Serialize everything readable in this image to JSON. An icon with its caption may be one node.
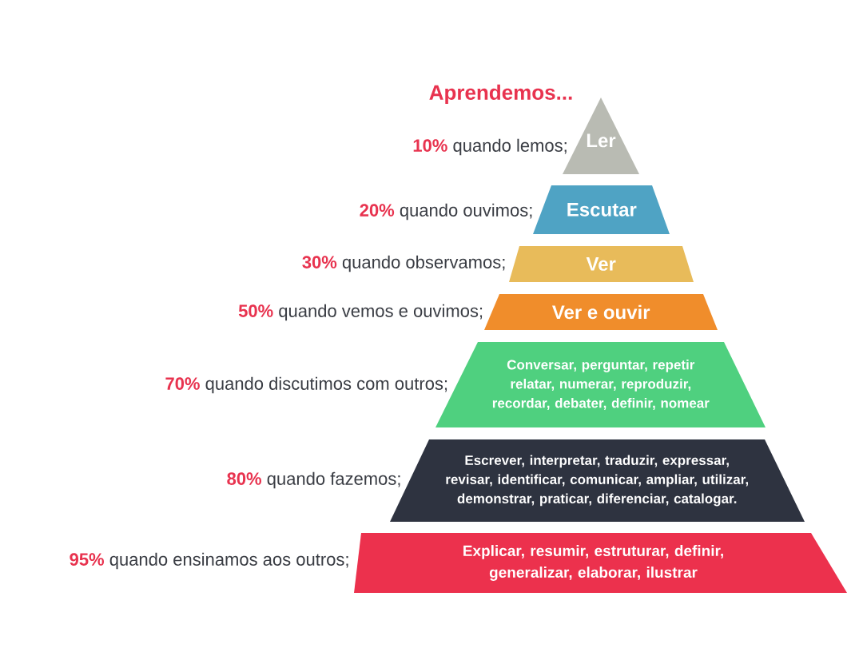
{
  "diagram": {
    "title": "Aprendemos...",
    "nodes": [
      {
        "text": [
          "Ler"
        ],
        "beside": [
          "10%",
          "quando lemos;"
        ]
      },
      {
        "text": [
          "Escutar"
        ],
        "beside": [
          "20%",
          "quando ouvimos;"
        ]
      },
      {
        "text": [
          "Ver"
        ],
        "beside": [
          "30%",
          "quando observamos;"
        ]
      },
      {
        "text": [
          "Ver e ouvir"
        ],
        "beside": [
          "50%",
          "quando vemos e ouvimos;"
        ]
      },
      {
        "text": [
          "Conversar, perguntar, repetir relatar, numerar, reproduzir, recordar, debater, definir, nomear"
        ],
        "beside": [
          "70%",
          "quando discutimos com outros;"
        ]
      },
      {
        "text": [
          "Escrever, interpretar, traduzir, expressar, revisar, identificar, comunicar, ampliar, utilizar, demonstrar, praticar, diferenciar, catalogar."
        ],
        "beside": [
          "80%",
          "quando fazemos;"
        ]
      },
      {
        "text": [
          "Explicar, resumir, estruturar, definir, generalizar, elaborar, ilustrar"
        ],
        "beside": [
          "95%",
          "quando ensinamos aos outros;"
        ]
      }
    ]
  }
}
